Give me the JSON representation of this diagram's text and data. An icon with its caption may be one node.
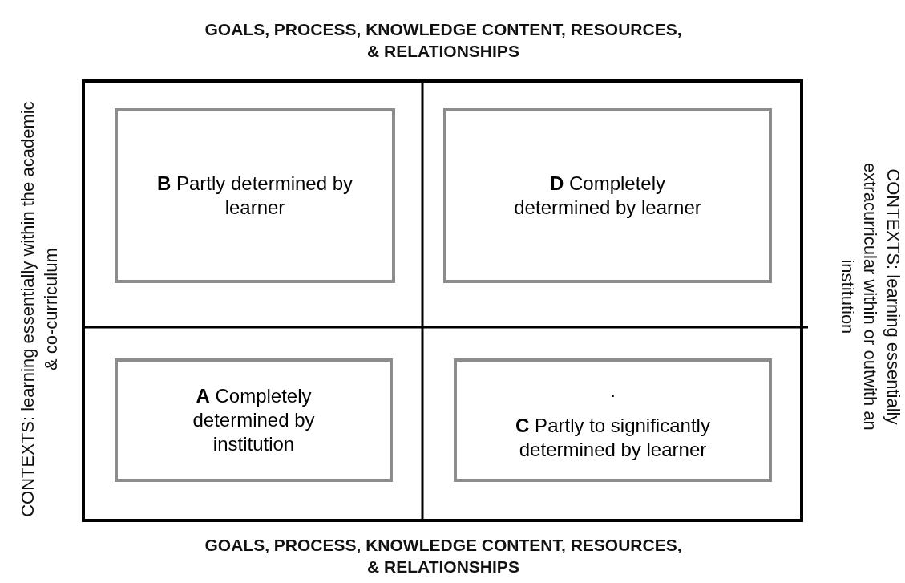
{
  "diagram": {
    "nodes": [
      {
        "text": [
          "**B** Partly determined by learner"
        ]
      },
      {
        "text": [
          "**D** Completely determined by learner"
        ]
      },
      {
        "text": [
          "**A** Completely determined by institution"
        ]
      },
      {
        "text": [
          ".",
          "**C** Partly to significantly determined by learner"
        ]
      }
    ],
    "labels": [
      "GOALS, PROCESS, KNOWLEDGE CONTENT, RESOURCES, & RELATIONSHIPS",
      "CONTEXTS: learning essentially within the academic & co-curriculum",
      "CONTEXTS: learning essentially extracurricular within or outwith an institution",
      "GOALS, PROCESS, KNOWLEDGE CONTENT, RESOURCES, & RELATIONSHIPS"
    ]
  }
}
